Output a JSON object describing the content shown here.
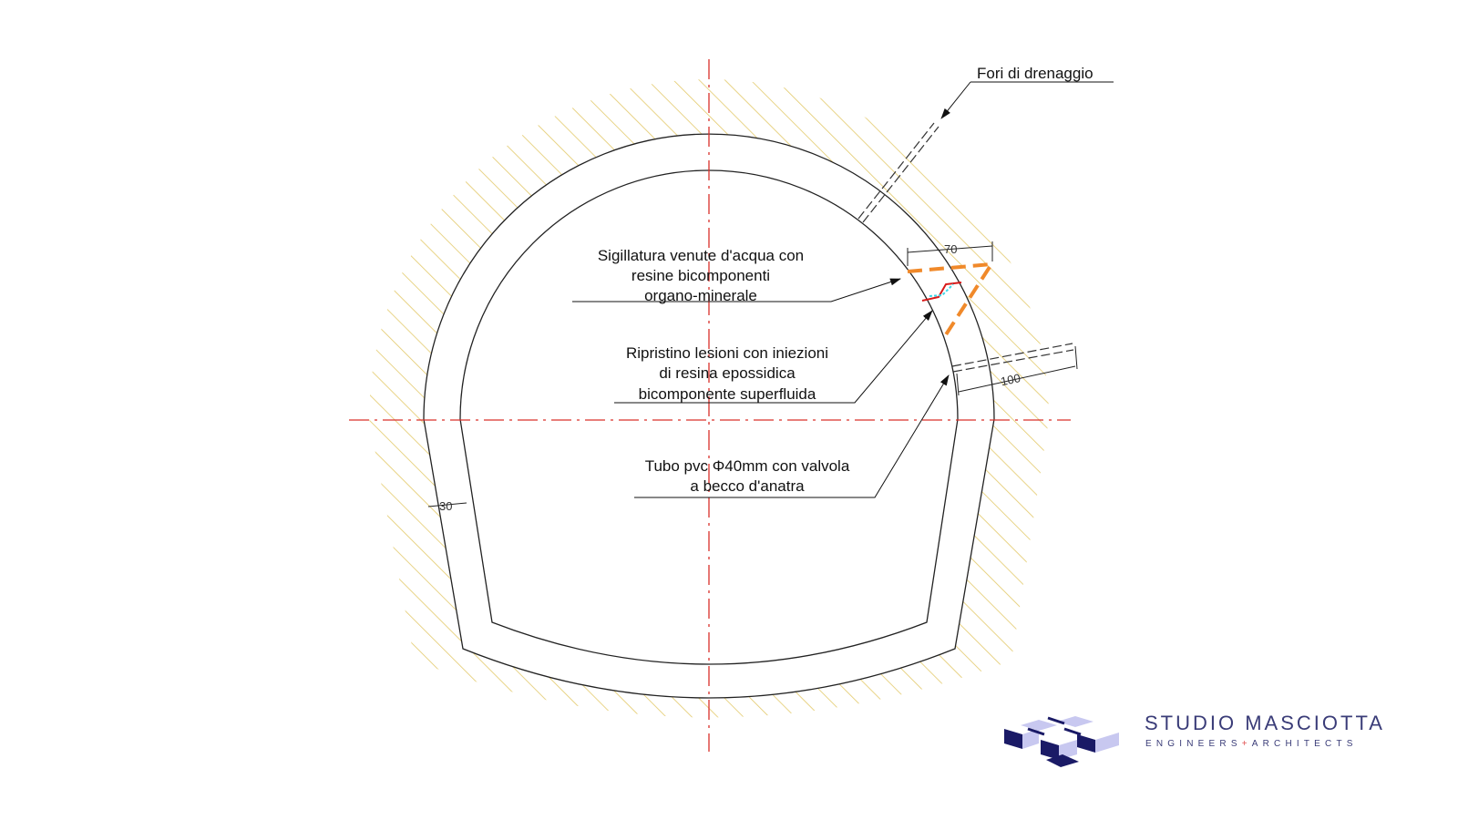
{
  "labels": {
    "fori": "Fori di drenaggio",
    "sigillatura": [
      "Sigillatura venute d'acqua con",
      "resine bicomponenti",
      "organo-minerale"
    ],
    "ripristino": [
      "Ripristino lesioni con iniezioni",
      "di resina epossidica",
      "bicomponente superfluida"
    ],
    "tubo": [
      "Tubo pvc Φ40mm con valvola",
      "a becco d'anatra"
    ]
  },
  "dimensions": {
    "d70": "70",
    "d100": "100",
    "d30": "30"
  },
  "logo": {
    "title": "STUDIO MASCIOTTA",
    "sub_left": "ENGINEERS",
    "sub_plus": "+",
    "sub_right": "ARCHITECTS"
  },
  "colors": {
    "centerline": "#d9302a",
    "hatch": "#e3c96a",
    "orange": "#f0892a",
    "red": "#d81818",
    "cyan": "#3fd8e8",
    "logo": "#1a1a66"
  }
}
